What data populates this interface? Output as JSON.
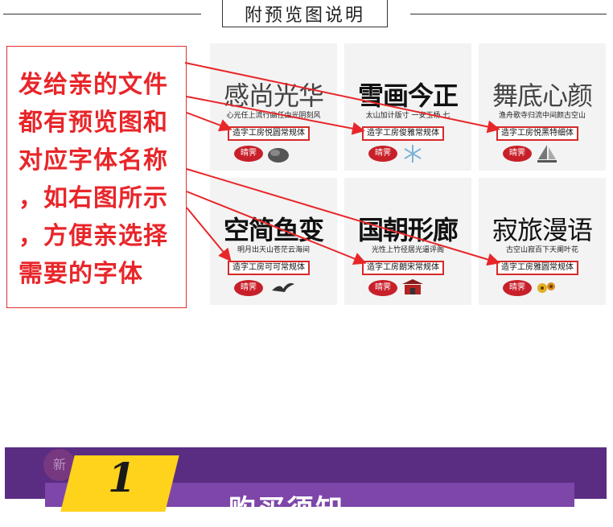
{
  "header": {
    "title": "附预览图说明"
  },
  "note": {
    "lines": [
      "发给亲的文件",
      "都有预览图和",
      "对应字体名称",
      "，如右图所示",
      "，方便亲选择",
      "需要的字体"
    ]
  },
  "cards": [
    {
      "preview": "感尚光华",
      "sub": "心光任上流行曲任由光阴刻风",
      "font": "造字工房悦圆常规体",
      "tag": "晴霁",
      "deco": "rock"
    },
    {
      "preview": "雪画今正",
      "sub": "太山加计版寸 一安玉杨 七",
      "font": "造字工房俊雅常规体",
      "tag": "晴霁",
      "deco": "snow"
    },
    {
      "preview": "舞底心颜",
      "sub": "渔舟歌寺归流中间颜古空山",
      "font": "造字工房悦黑特细体",
      "tag": "晴霁",
      "deco": "ship"
    },
    {
      "preview": "空简鱼变",
      "sub": "明月出天山苍茫云海间",
      "font": "造字工房可可常规体",
      "tag": "晴霁",
      "deco": "bird"
    },
    {
      "preview": "国朝形廊",
      "sub": "光性上竹径居光逼评阁",
      "font": "造字工房朗宋常规体",
      "tag": "晴霁",
      "deco": "gate"
    },
    {
      "preview": "寂旅漫语",
      "sub": "古空山寂百下天阑叶花",
      "font": "造字工房雅圆常规体",
      "tag": "晴霁",
      "deco": "flower"
    }
  ],
  "band": {
    "number": "1",
    "stamp": "新",
    "cut_text": "购买须知"
  },
  "colors": {
    "accent": "#e8262a",
    "band": "#5a2d83",
    "band_inner": "#7d46a8",
    "badge": "#ffd21c"
  }
}
